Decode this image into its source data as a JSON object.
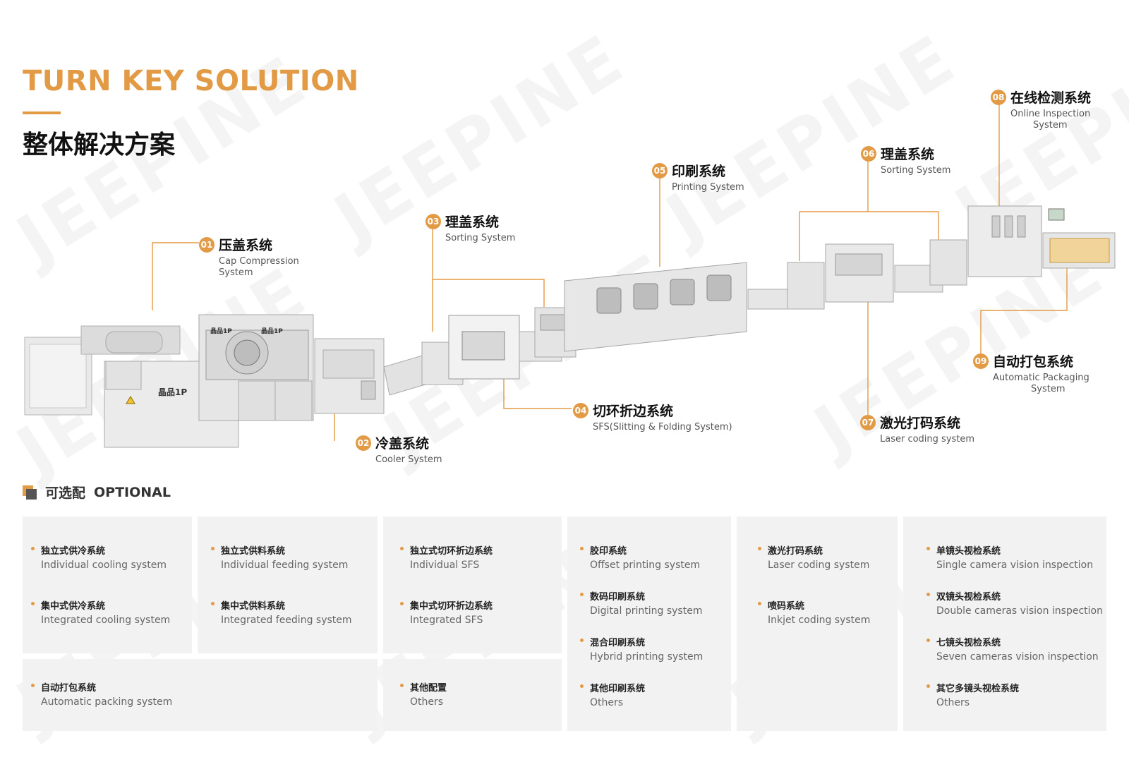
{
  "header": {
    "title_en": "TURN KEY SOLUTION",
    "title_cn": "整体解决方案"
  },
  "watermark": "JEEPINE",
  "machine_brand": "晶品1P",
  "colors": {
    "accent": "#e39a45",
    "panel": "#f2f2f2",
    "machine": "#e4e4e4",
    "machine_dark": "#bdbdbd"
  },
  "callouts": [
    {
      "num": "01",
      "cn": "压盖系统",
      "en": [
        "Cap Compression",
        "System"
      ]
    },
    {
      "num": "02",
      "cn": "冷盖系统",
      "en": [
        "Cooler System"
      ]
    },
    {
      "num": "03",
      "cn": "理盖系统",
      "en": [
        "Sorting System"
      ]
    },
    {
      "num": "04",
      "cn": "切环折边系统",
      "en": [
        "SFS(Slitting & Folding System)"
      ]
    },
    {
      "num": "05",
      "cn": "印刷系统",
      "en": [
        "Printing System"
      ]
    },
    {
      "num": "06",
      "cn": "理盖系统",
      "en": [
        "Sorting System"
      ]
    },
    {
      "num": "07",
      "cn": "激光打码系统",
      "en": [
        "Laser coding system"
      ]
    },
    {
      "num": "08",
      "cn": "在线检测系统",
      "en": [
        "Online Inspection",
        "System"
      ]
    },
    {
      "num": "09",
      "cn": "自动打包系统",
      "en": [
        "Automatic Packaging",
        "System"
      ]
    }
  ],
  "optional": {
    "title_cn": "可选配",
    "title_en": "OPTIONAL",
    "items": [
      {
        "cn": "独立式供冷系统",
        "en": "Individual cooling system"
      },
      {
        "cn": "集中式供冷系统",
        "en": "Integrated cooling system"
      },
      {
        "cn": "独立式供料系统",
        "en": "Individual feeding system"
      },
      {
        "cn": "集中式供料系统",
        "en": "Integrated feeding system"
      },
      {
        "cn": "独立式切环折边系统",
        "en": "Individual SFS"
      },
      {
        "cn": "集中式切环折边系统",
        "en": "Integrated SFS"
      },
      {
        "cn": "胶印系统",
        "en": "Offset printing system"
      },
      {
        "cn": "数码印刷系统",
        "en": "Digital printing system"
      },
      {
        "cn": "混合印刷系统",
        "en": "Hybrid printing system"
      },
      {
        "cn": "其他印刷系统",
        "en": "Others"
      },
      {
        "cn": "激光打码系统",
        "en": "Laser coding system"
      },
      {
        "cn": "喷码系统",
        "en": "Inkjet coding system"
      },
      {
        "cn": "单镜头视检系统",
        "en": "Single camera vision inspection"
      },
      {
        "cn": "双镜头视检系统",
        "en": "Double cameras vision inspection"
      },
      {
        "cn": "七镜头视检系统",
        "en": "Seven cameras vision inspection"
      },
      {
        "cn": "其它多镜头视检系统",
        "en": "Others"
      },
      {
        "cn": "自动打包系统",
        "en": "Automatic packing system"
      },
      {
        "cn": "其他配置",
        "en": "Others"
      }
    ]
  }
}
